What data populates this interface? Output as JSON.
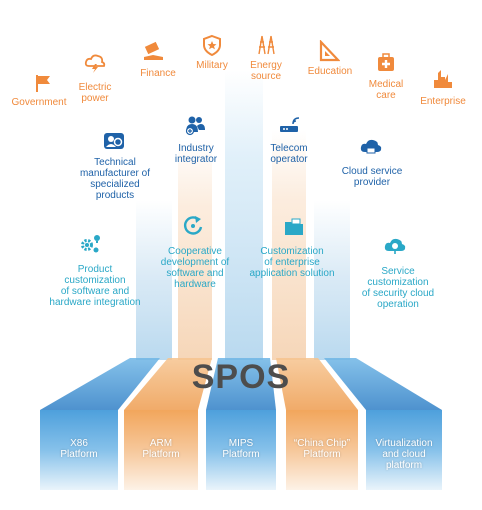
{
  "industries": [
    {
      "id": "government",
      "label": "Government",
      "icon": "flag-icon"
    },
    {
      "id": "electric",
      "label": "Electric\npower",
      "icon": "cloud-lightning-icon"
    },
    {
      "id": "finance",
      "label": "Finance",
      "icon": "money-hand-icon"
    },
    {
      "id": "military",
      "label": "Military",
      "icon": "shield-star-icon"
    },
    {
      "id": "energy",
      "label": "Energy\nsource",
      "icon": "pylon-icon"
    },
    {
      "id": "education",
      "label": "Education",
      "icon": "ruler-triangle-icon"
    },
    {
      "id": "medical",
      "label": "Medical\ncare",
      "icon": "medical-kit-icon"
    },
    {
      "id": "enterprise",
      "label": "Enterprise",
      "icon": "buildings-icon"
    }
  ],
  "services": {
    "technical_manufacturer": "Technical\nmanufacturer of\nspecialized\nproducts",
    "industry_integrator": "Industry\nintegrator",
    "telecom_operator": "Telecom\noperator",
    "cloud_service_provider": "Cloud service\nprovider",
    "product_customization": "Product\ncustomization\nof software and\nhardware integration",
    "cooperative_development": "Cooperative\ndevelopment of\nsoftware and\nhardware",
    "enterprise_customization": "Customization\nof enterprise\napplication solution",
    "security_cloud": "Service\ncustomization\nof security cloud\noperation"
  },
  "core": "SPOS",
  "platforms": [
    "X86\nPlatform",
    "ARM\nPlatform",
    "MIPS\nPlatform",
    "“China Chip”\nPlatform",
    "Virtualization\nand cloud\nplatform"
  ],
  "colors": {
    "orange": "#f08a3c",
    "blue": "#1f62a8",
    "cyan": "#2aa8c7",
    "platform_blue": "#3a8fd1",
    "platform_orange": "#f2b06e",
    "text_dark": "#4d4d4d"
  }
}
